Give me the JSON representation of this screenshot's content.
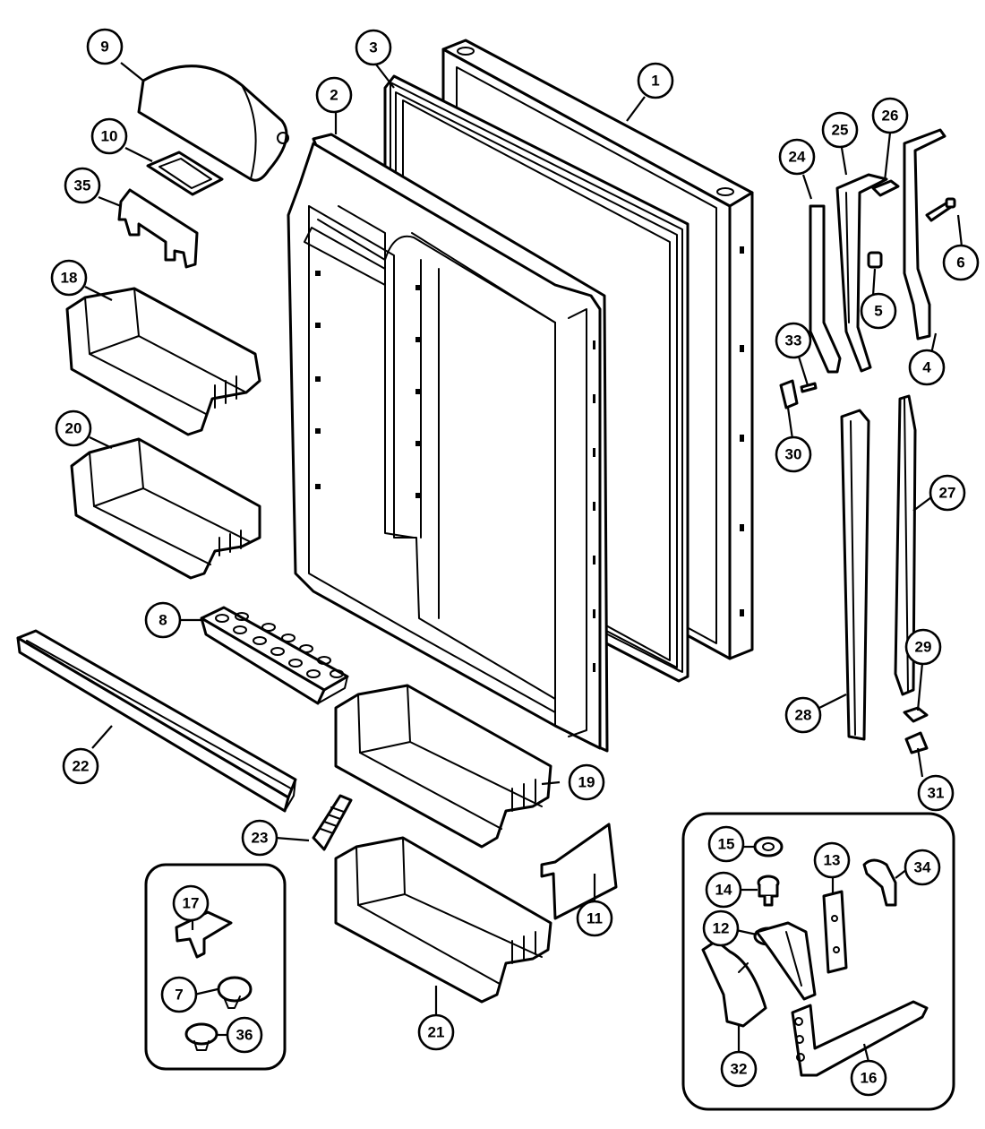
{
  "callouts": [
    {
      "id": "c1",
      "label": "1"
    },
    {
      "id": "c2",
      "label": "2"
    },
    {
      "id": "c3",
      "label": "3"
    },
    {
      "id": "c4",
      "label": "4"
    },
    {
      "id": "c5",
      "label": "5"
    },
    {
      "id": "c6",
      "label": "6"
    },
    {
      "id": "c7",
      "label": "7"
    },
    {
      "id": "c8",
      "label": "8"
    },
    {
      "id": "c9",
      "label": "9"
    },
    {
      "id": "c10",
      "label": "10"
    },
    {
      "id": "c11",
      "label": "11"
    },
    {
      "id": "c12",
      "label": "12"
    },
    {
      "id": "c13",
      "label": "13"
    },
    {
      "id": "c14",
      "label": "14"
    },
    {
      "id": "c15",
      "label": "15"
    },
    {
      "id": "c16",
      "label": "16"
    },
    {
      "id": "c17",
      "label": "17"
    },
    {
      "id": "c18",
      "label": "18"
    },
    {
      "id": "c19",
      "label": "19"
    },
    {
      "id": "c20",
      "label": "20"
    },
    {
      "id": "c21",
      "label": "21"
    },
    {
      "id": "c22",
      "label": "22"
    },
    {
      "id": "c23",
      "label": "23"
    },
    {
      "id": "c24",
      "label": "24"
    },
    {
      "id": "c25",
      "label": "25"
    },
    {
      "id": "c26",
      "label": "26"
    },
    {
      "id": "c27",
      "label": "27"
    },
    {
      "id": "c28",
      "label": "28"
    },
    {
      "id": "c29",
      "label": "29"
    },
    {
      "id": "c30",
      "label": "30"
    },
    {
      "id": "c31",
      "label": "31"
    },
    {
      "id": "c32",
      "label": "32"
    },
    {
      "id": "c33",
      "label": "33"
    },
    {
      "id": "c34",
      "label": "34"
    },
    {
      "id": "c35",
      "label": "35"
    },
    {
      "id": "c36",
      "label": "36"
    }
  ]
}
